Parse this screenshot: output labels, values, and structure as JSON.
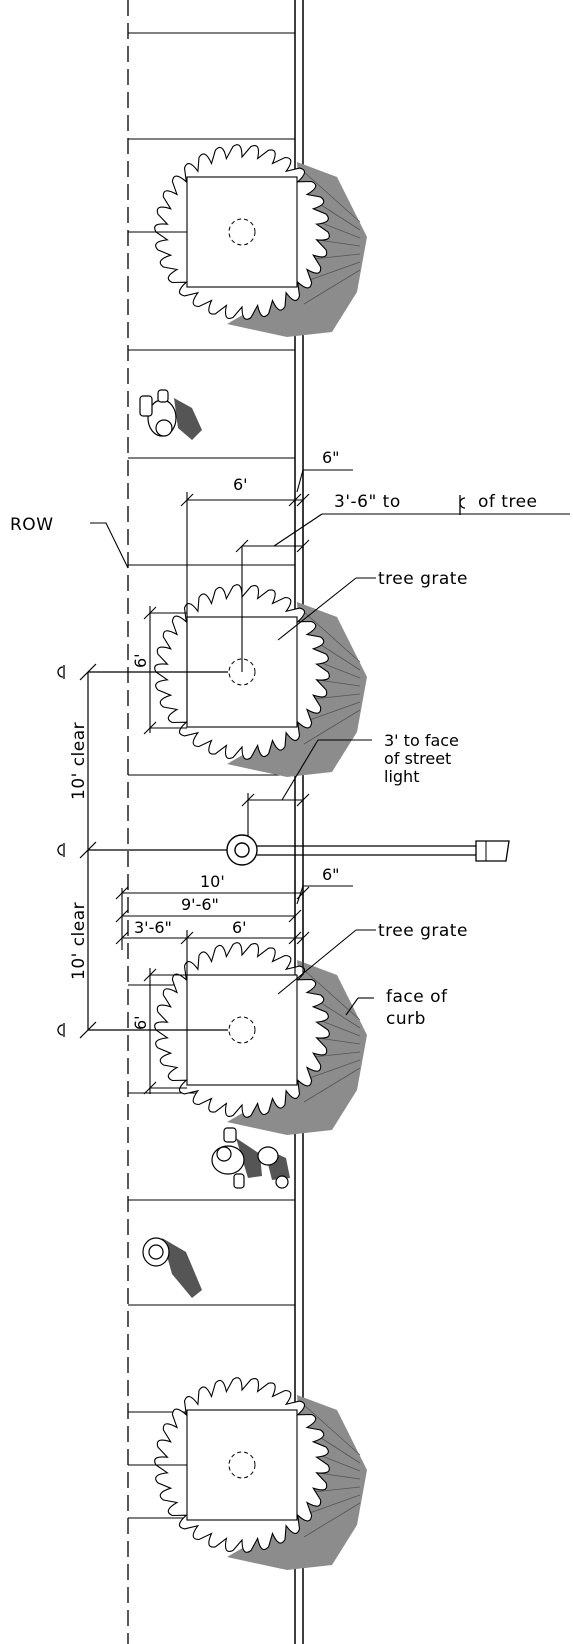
{
  "labels": {
    "row": "ROW",
    "tree_grate_upper": "tree grate",
    "tree_grate_lower": "tree grate",
    "face_of_curb_line1": "face of",
    "face_of_curb_line2": "curb",
    "street_light_line1": "3' to face",
    "street_light_line2": "of street",
    "street_light_line3": "light",
    "centerline_tree": "3'-6\" to",
    "of_tree": "of tree",
    "clear_upper": "10' clear",
    "clear_lower": "10' clear"
  },
  "dimensions": {
    "top_6in": "6\"",
    "grate_width_upper": "6'",
    "grate_height_upper": "6'",
    "width_10": "10'",
    "width_9_6": "9'-6\"",
    "width_3_6": "3'-6\"",
    "grate_width_lower": "6'",
    "grate_height_lower": "6'",
    "lower_6in": "6\""
  },
  "colors": {
    "line": "#000000",
    "shadow": "#8c8c8c",
    "shadow_dark": "#555555",
    "background": "#ffffff"
  },
  "icons": {
    "centerline": "centerline-symbol",
    "tree": "tree-canopy-icon",
    "pedestrian": "pedestrian-icon",
    "street_light": "street-light-icon"
  }
}
